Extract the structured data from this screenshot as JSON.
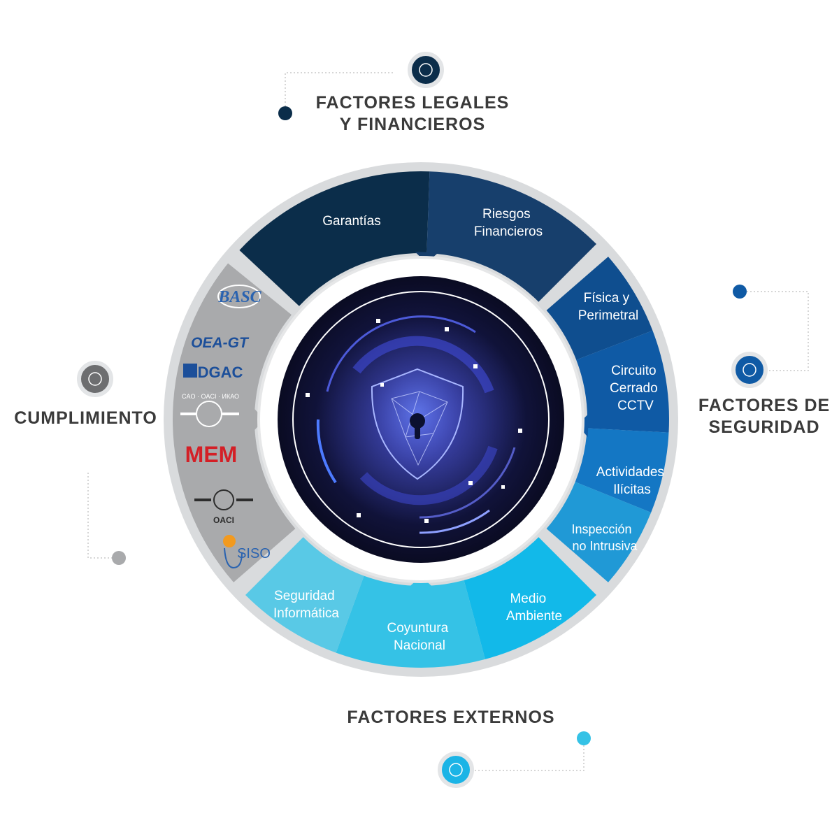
{
  "headings": {
    "legales_line1": "FACTORES LEGALES",
    "legales_line2": "Y FINANCIEROS",
    "seguridad_line1": "FACTORES DE",
    "seguridad_line2": "SEGURIDAD",
    "externos": "FACTORES EXTERNOS",
    "cumplimiento": "CUMPLIMIENTO"
  },
  "segments": {
    "garantias": [
      "Garantías"
    ],
    "riesgos": [
      "Riesgos",
      "Financieros"
    ],
    "fisica": [
      "Física y",
      "Perimetral"
    ],
    "cctv": [
      "Circuito",
      "Cerrado",
      "CCTV"
    ],
    "ilicitas": [
      "Actividades",
      "Ilícitas"
    ],
    "inspeccion": [
      "Inspección",
      "no Intrusiva"
    ],
    "medio": [
      "Medio",
      "Ambiente"
    ],
    "coyuntura": [
      "Coyuntura",
      "Nacional"
    ],
    "informatica": [
      "Seguridad",
      "Informática"
    ]
  },
  "logos": {
    "basc": "BASC",
    "oea": "OEA-GT",
    "dgac": "DGAC",
    "icao": "CAO · OACI · ИКАО",
    "mem": "MEM",
    "oaci": "OACI",
    "siso": "SISO"
  },
  "colors": {
    "legales_dark": "#0b2d4a",
    "legales_mid": "#173f6c",
    "seguridad": "#0f5aa5",
    "externos": "#35c2e6",
    "cumplimiento": "#a9aaac",
    "ring": "#d9dbdd"
  }
}
